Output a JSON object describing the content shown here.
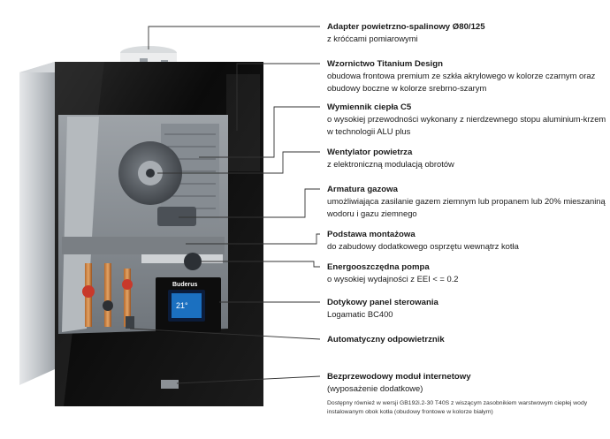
{
  "brand": "Buderus",
  "panel": {
    "display": "21°"
  },
  "labels": [
    {
      "title": "Adapter powietrzno-spalinowy Ø80/125",
      "desc": "z króćcami pomiarowymi"
    },
    {
      "title": "Wzornictwo Titanium Design",
      "desc": "obudowa frontowa premium ze szkła akrylowego w kolorze czarnym oraz obudowy boczne w kolorze srebrno-szarym"
    },
    {
      "title": "Wymiennik ciepła C5",
      "desc": "o wysokiej przewodności wykonany z nierdzewnego stopu aluminium-krzem w technologii ALU plus"
    },
    {
      "title": "Wentylator powietrza",
      "desc": "z elektroniczną modulacją obrotów"
    },
    {
      "title": "Armatura gazowa",
      "desc": "umożliwiająca zasilanie gazem ziemnym lub propanem lub 20% mieszaniną wodoru i gazu ziemnego"
    },
    {
      "title": "Podstawa montażowa",
      "desc": "do zabudowy dodatkowego osprzętu wewnątrz kotła"
    },
    {
      "title": "Energooszczędna pompa",
      "desc": "o wysokiej wydajności z EEI < = 0.2"
    },
    {
      "title": "Dotykowy panel sterowania",
      "desc": "Logamatic BC400"
    },
    {
      "title": "Automatyczny odpowietrznik",
      "desc": ""
    },
    {
      "title": "Bezprzewodowy moduł internetowy",
      "desc": "(wyposażenie dodatkowe)"
    }
  ],
  "footnote": "Dostępny również w wersji GB192i.2-30 T40S z wiszącym zasobnikiem warstwowym ciepłej wody instalowanym obok kotła (obudowy frontowe w kolorze białym)",
  "colors": {
    "glass": "#111111",
    "side": "#bfc3c7",
    "accent": "#1e7fd8"
  }
}
